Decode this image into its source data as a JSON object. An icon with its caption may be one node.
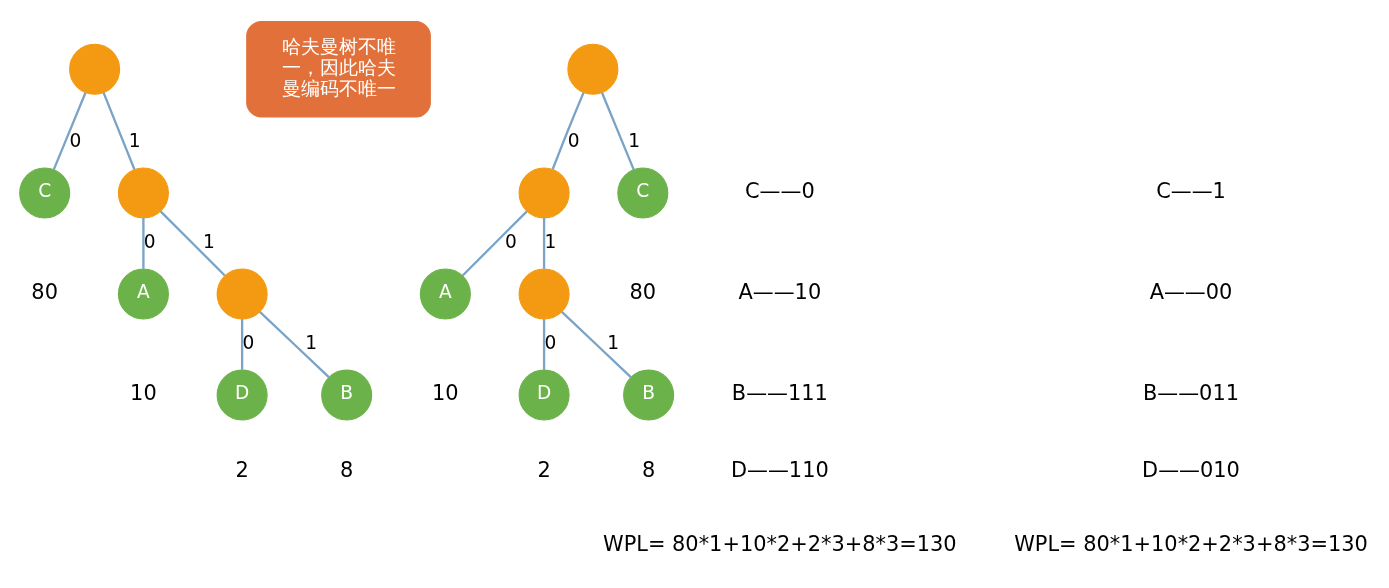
{
  "diagram": {
    "nodes": [
      {
        "text": [],
        "shape": "circle"
      },
      {
        "text": [
          "C"
        ],
        "beside": [
          "80"
        ]
      },
      {
        "text": [],
        "shape": "circle"
      },
      {
        "text": [
          "A"
        ],
        "beside": [
          "10"
        ]
      },
      {
        "text": [],
        "shape": "circle"
      },
      {
        "text": [
          "D"
        ],
        "beside": [
          "2"
        ]
      },
      {
        "text": [
          "B"
        ],
        "beside": [
          "8"
        ]
      },
      {
        "text": [
          "哈夫曼树不唯一，因此哈夫曼编码不唯一"
        ]
      },
      {
        "text": [],
        "shape": "circle"
      },
      {
        "text": [],
        "shape": "circle"
      },
      {
        "text": [
          "C"
        ],
        "beside": [
          "80"
        ]
      },
      {
        "text": [
          "A"
        ],
        "beside": [
          "10"
        ]
      },
      {
        "text": [],
        "shape": "circle"
      },
      {
        "text": [
          "D"
        ],
        "beside": [
          "2"
        ]
      },
      {
        "text": [
          "B"
        ],
        "beside": [
          "8"
        ]
      }
    ],
    "edges": [
      {
        "from": 0,
        "to": 1,
        "arrow": "none",
        "label": "0"
      },
      {
        "from": 0,
        "to": 2,
        "arrow": "none",
        "label": "1"
      },
      {
        "from": 2,
        "to": 3,
        "arrow": "none",
        "label": "0"
      },
      {
        "from": 2,
        "to": 4,
        "arrow": "none",
        "label": "1"
      },
      {
        "from": 4,
        "to": 5,
        "arrow": "none",
        "label": "0"
      },
      {
        "from": 4,
        "to": 6,
        "arrow": "none",
        "label": "1"
      },
      {
        "from": 8,
        "to": 9,
        "arrow": "none",
        "label": "0"
      },
      {
        "from": 8,
        "to": 10,
        "arrow": "none",
        "label": "1"
      },
      {
        "from": 9,
        "to": 11,
        "arrow": "none",
        "label": "0"
      },
      {
        "from": 9,
        "to": 12,
        "arrow": "none",
        "label": "1"
      },
      {
        "from": 12,
        "to": 13,
        "arrow": "none",
        "label": "0"
      },
      {
        "from": 12,
        "to": 14,
        "arrow": "none",
        "label": "1"
      }
    ],
    "labels": [
      "C——0",
      "A——10",
      "B——111",
      "D——110",
      "C——1",
      "A——00",
      "B——011",
      "D——010",
      "WPL= 80*1+10*2+2*3+8*3=130",
      "WPL= 80*1+10*2+2*3+8*3=130"
    ]
  }
}
